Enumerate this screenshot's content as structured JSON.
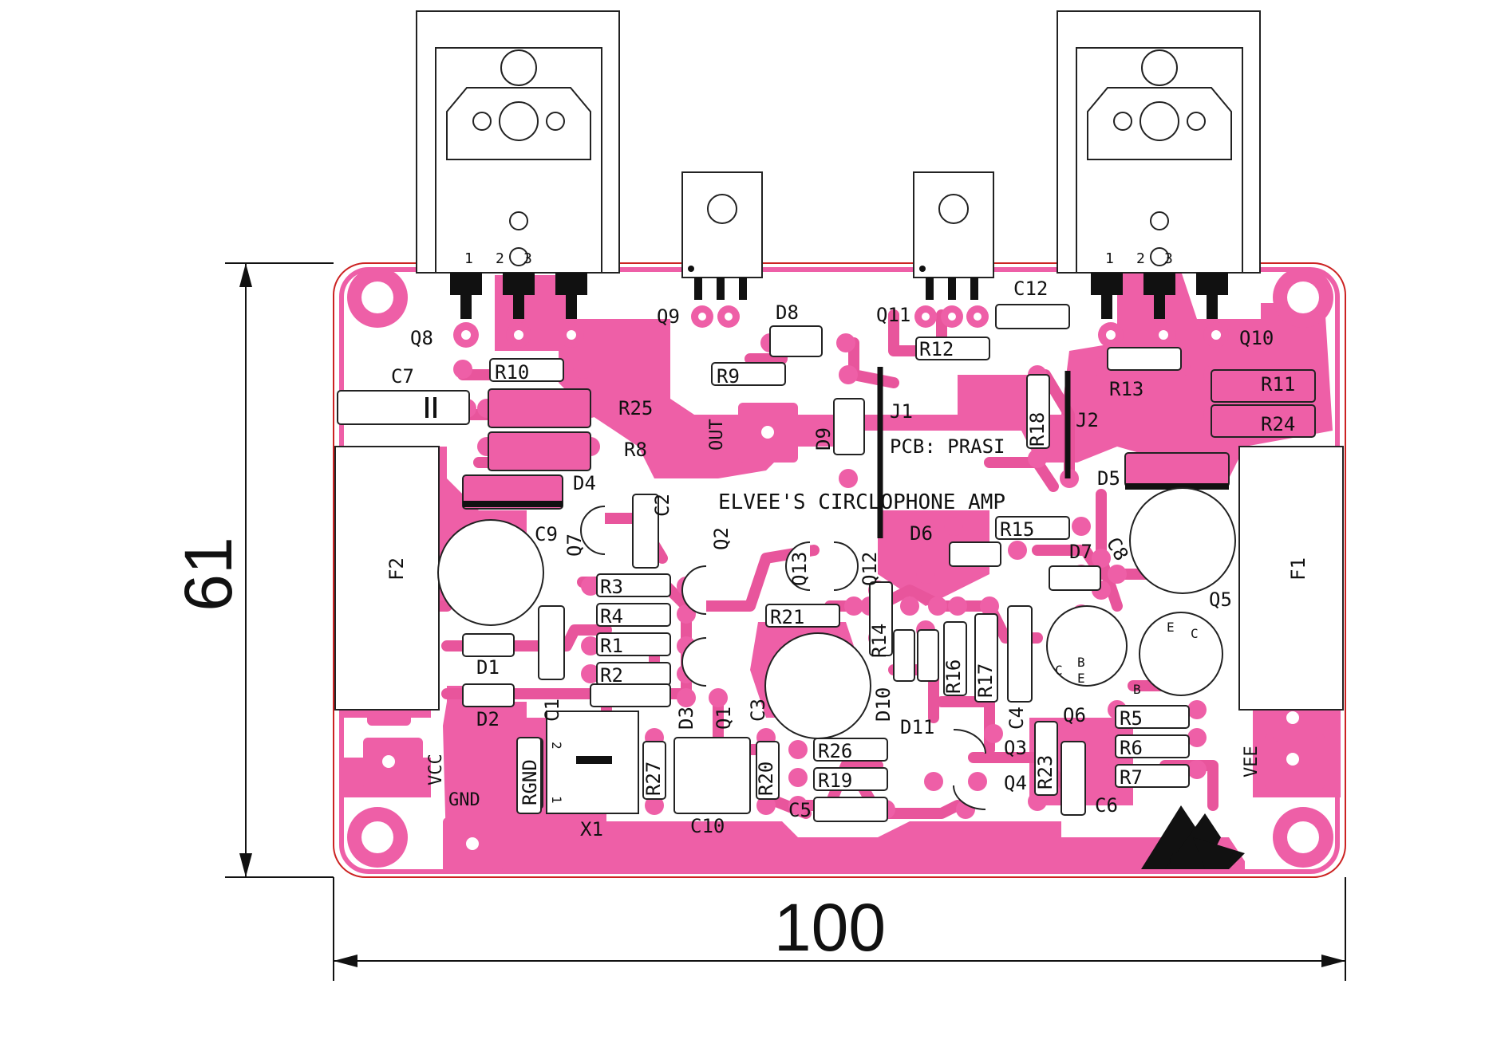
{
  "colors": {
    "copper": "#ee5fa7",
    "silkscreen": "#111111",
    "background": "#ffffff",
    "outline": "#cc2222"
  },
  "dimensions": {
    "width": "100",
    "height": "61"
  },
  "board": {
    "title": "ELVEE'S CIRCLOPHONE AMP",
    "credit": "PCB: PRASI",
    "connectors": {
      "out": "OUT",
      "vcc": "VCC",
      "gnd": "GND",
      "vee": "VEE"
    },
    "pin_numbers": {
      "p1": "1",
      "p2": "2",
      "p3": "3"
    },
    "x1_pins": {
      "p1": "1",
      "p2": "2"
    },
    "transistor_pins": {
      "c": "C",
      "b": "B",
      "e": "E"
    }
  },
  "components": {
    "Q8": "Q8",
    "Q9": "Q9",
    "Q10": "Q10",
    "Q11": "Q11",
    "Q1": "Q1",
    "Q2": "Q2",
    "Q3": "Q3",
    "Q4": "Q4",
    "Q5": "Q5",
    "Q6": "Q6",
    "Q7": "Q7",
    "Q12": "Q12",
    "Q13": "Q13",
    "R1": "R1",
    "R2": "R2",
    "R3": "R3",
    "R4": "R4",
    "R5": "R5",
    "R6": "R6",
    "R7": "R7",
    "R8": "R8",
    "R9": "R9",
    "R10": "R10",
    "R11": "R11",
    "R12": "R12",
    "R13": "R13",
    "R14": "R14",
    "R15": "R15",
    "R16": "R16",
    "R17": "R17",
    "R18": "R18",
    "R19": "R19",
    "R20": "R20",
    "R21": "R21",
    "R23": "R23",
    "R24": "R24",
    "R25": "R25",
    "R26": "R26",
    "R27": "R27",
    "RGND": "RGND",
    "C1": "C1",
    "C2": "C2",
    "C3": "C3",
    "C4": "C4",
    "C5": "C5",
    "C6": "C6",
    "C7": "C7",
    "C8": "C8",
    "C9": "C9",
    "C10": "C10",
    "C12": "C12",
    "D1": "D1",
    "D2": "D2",
    "D3": "D3",
    "D4": "D4",
    "D5": "D5",
    "D6": "D6",
    "D7": "D7",
    "D8": "D8",
    "D9": "D9",
    "D10": "D10",
    "D11": "D11",
    "F1": "F1",
    "F2": "F2",
    "J1": "J1",
    "J2": "J2",
    "X1": "X1"
  }
}
